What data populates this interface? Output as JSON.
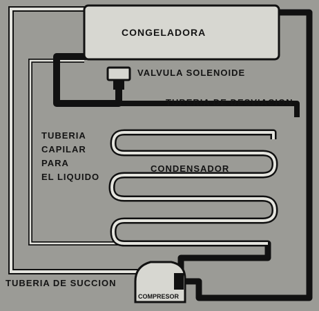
{
  "labels": {
    "freezer": "CONGELADORA",
    "solenoid_valve": "VALVULA SOLENOIDE",
    "bypass_pipe": "TUBERIA DE DESVIACION",
    "capillary_line1": "TUBERIA",
    "capillary_line2": "CAPILAR",
    "capillary_line3": "PARA",
    "capillary_line4": "EL LIQUIDO",
    "condenser": "CONDENSADOR",
    "suction_pipe": "TUBERIA DE SUCCION",
    "compressor": "COMPRESOR"
  },
  "colors": {
    "background": "#9b9b96",
    "pipe_dark": "#111111",
    "pipe_light": "#e4e4de",
    "component_fill": "#d7d7d1"
  }
}
